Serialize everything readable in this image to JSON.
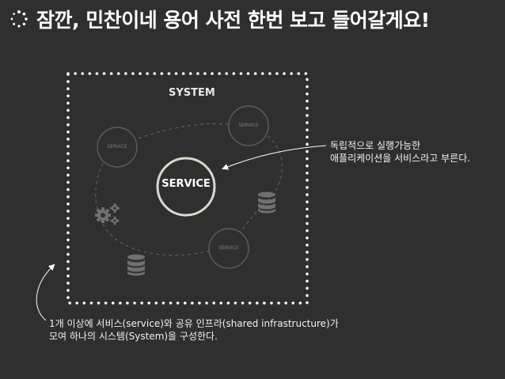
{
  "title": "잠깐, 민찬이네 용어 사전 한번 보고 들어갈게요!",
  "icons": {
    "title": "loading-spinner-icon",
    "gear": "gears-icon",
    "database": "database-icon"
  },
  "diagram": {
    "system_label": "SYSTEM",
    "main_service_label": "SERVICE",
    "small_service_label": "SERVICE"
  },
  "annotations": {
    "right": [
      "독립적으로 실행가능한",
      "애플리케이션을 서비스라고 부른다."
    ],
    "bottom": [
      "1개 이상에 서비스(service)와 공유 인프라(shared infrastructure)가",
      "모여 하나의 시스템(System)을 구성한다."
    ]
  },
  "colors": {
    "background": "#2f2f2f",
    "foreground": "#ffffff",
    "muted": "#6e6e6e"
  }
}
